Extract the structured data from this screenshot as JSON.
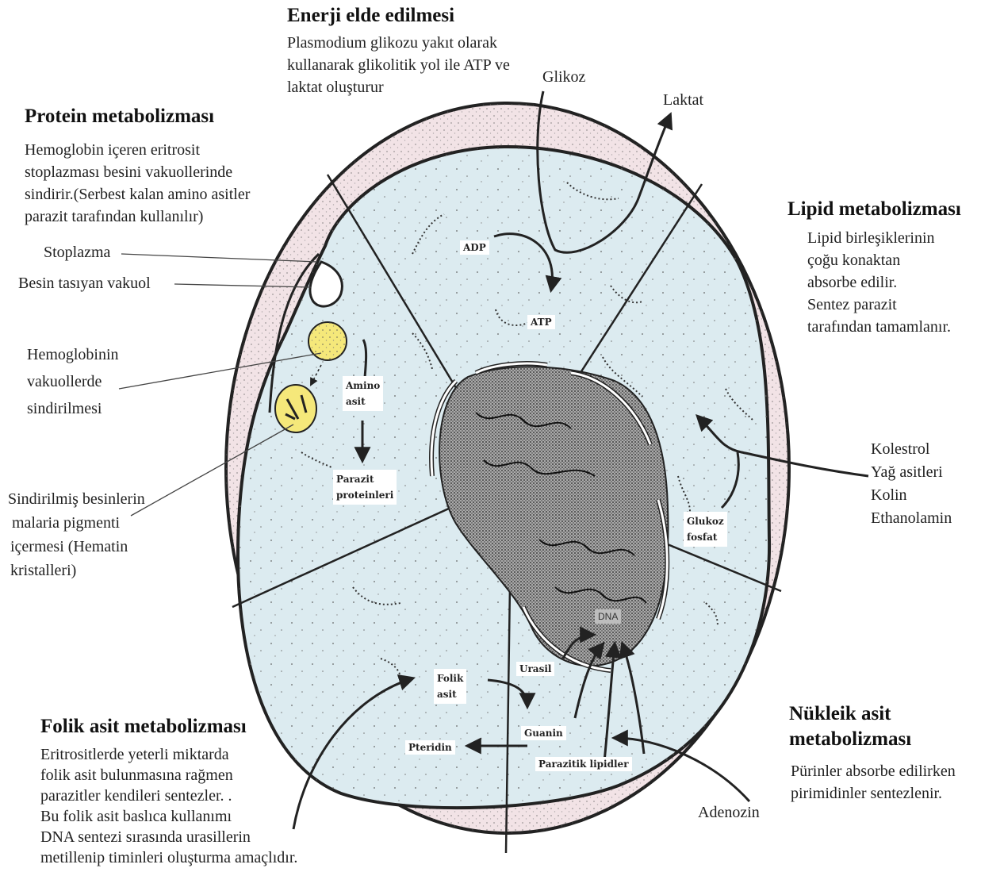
{
  "colors": {
    "host_cell_fill": "#f2e3e6",
    "parasite_fill": "#dcebf0",
    "membrane_stroke": "#2a2a2a",
    "vacuole_fill": "#f5e87a",
    "nucleus_fill": "#9a9a9a"
  },
  "sections": {
    "energy": {
      "title": "Enerji elde edilmesi",
      "lines": [
        "Plasmodium glikozu yakıt olarak",
        "kullanarak glikolitik yol ile ATP ve",
        "laktat oluşturur"
      ]
    },
    "protein": {
      "title": "Protein metabolizması",
      "lines": [
        "Hemoglobin içeren eritrosit",
        "stoplazması besini vakuollerinde",
        "sindirir.(Serbest kalan amino asitler",
        "parazit tarafından kullanılır)"
      ]
    },
    "lipid": {
      "title": "Lipid metabolizması",
      "lines": [
        "Lipid birleşiklerinin",
        "çoğu konaktan",
        "absorbe edilir.",
        "Sentez parazit",
        "tarafından tamamlanır."
      ]
    },
    "folic": {
      "title": "Folik asit metabolizması",
      "lines": [
        "Eritrositlerde yeterli miktarda",
        "folik asit bulunmasına rağmen",
        "parazitler kendileri sentezler. .",
        "Bu folik asit baslıca kullanımı",
        "DNA sentezi sırasında urasillerin",
        "metillenip timinleri oluşturma amaçlıdır."
      ]
    },
    "nucleic": {
      "title_lines": [
        "Nükleik asit",
        "metabolizması"
      ],
      "lines": [
        "Pürinler absorbe edilirken",
        "pirimidinler sentezlenir."
      ]
    }
  },
  "labels": {
    "glikoz": "Glikoz",
    "laktat": "Laktat",
    "stoplazma": "Stoplazma",
    "besin_vakuol": "Besin tasıyan vakuol",
    "hemoglobin_lines": [
      "Hemoglobinin",
      "vakuollerde",
      "sindirilmesi"
    ],
    "sindirilmis_lines": [
      "Sindirilmiş besinlerin",
      "malaria pigmenti",
      "içermesi (Hematin",
      "kristalleri)"
    ],
    "lipid_sources": [
      "Kolestrol",
      "Yağ asitleri",
      "Kolin",
      "Ethanolamin"
    ],
    "adenozin": "Adenozin"
  },
  "inner_labels": {
    "adp": "ADP",
    "atp": "ATP",
    "amino_lines": [
      "Amino",
      "asit"
    ],
    "parazit_lines": [
      "Parazit",
      "proteinleri"
    ],
    "glukoz_lines": [
      "Glukoz",
      "fosfat"
    ],
    "dna": "DNA",
    "folik_lines": [
      "Folik",
      "asit"
    ],
    "urasil": "Urasil",
    "guanin": "Guanin",
    "pteridin": "Pteridin",
    "parazitik_lipidler": "Parazitik lipidler"
  }
}
